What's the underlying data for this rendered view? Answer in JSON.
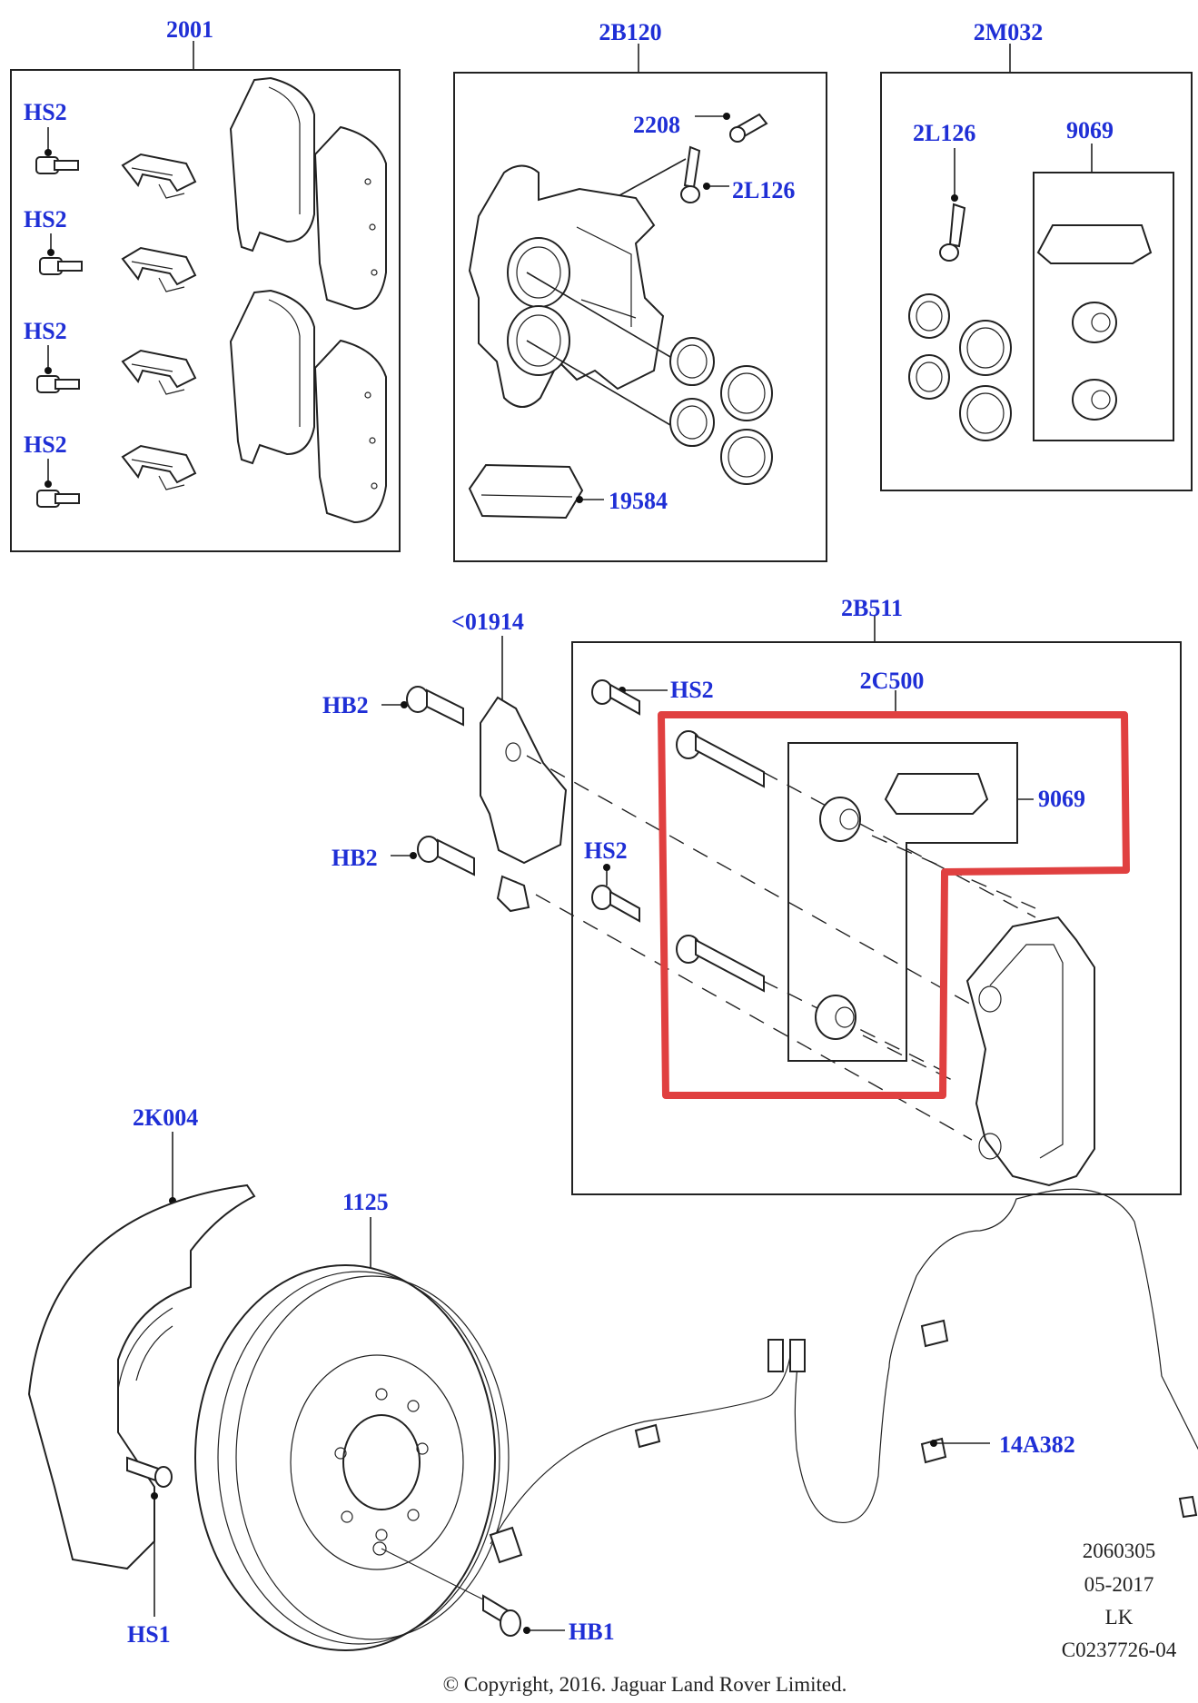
{
  "colors": {
    "callout": "#1f2fd6",
    "highlight": "#e04040",
    "line": "#222222"
  },
  "groups": {
    "g2001": "2001",
    "g2B120": "2B120",
    "g2M032": "2M032",
    "g2B511": "2B511",
    "g2C500": "2C500"
  },
  "callouts": {
    "hs2": "HS2",
    "hb2": "HB2",
    "hs1": "HS1",
    "hb1": "HB1",
    "p2208": "2208",
    "p2L126": "2L126",
    "p19584": "19584",
    "p9069": "9069",
    "p01914": "<01914",
    "p2K004": "2K004",
    "p1125": "1125",
    "p14A382": "14A382"
  },
  "notes": {
    "ref1": "2060305",
    "ref2": "05-2017",
    "ref3": "LK",
    "ref4": "C0237726-04",
    "copyright": "© Copyright, 2016. Jaguar Land Rover Limited."
  }
}
